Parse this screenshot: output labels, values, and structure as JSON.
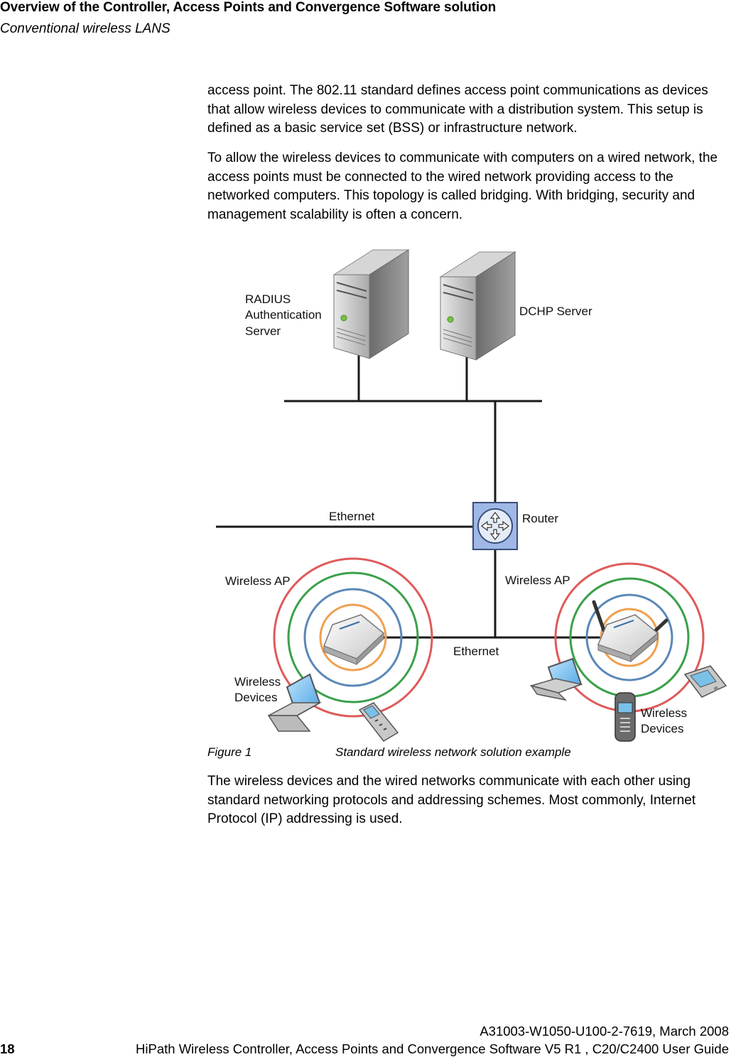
{
  "header": {
    "title": "Overview of the Controller, Access Points and Convergence Software solution",
    "subtitle": "Conventional wireless LANS"
  },
  "body": {
    "paragraphs": [
      "access point. The 802.11 standard defines access point communications as devices that allow wireless devices to communicate with a distribution system. This setup is defined as a basic service set (BSS) or infrastructure network.",
      "To allow the wireless devices to communicate with computers on a wired network, the access points must be connected to the wired network providing access to the networked computers. This topology is called bridging. With bridging, security and management scalability is often a concern.",
      "The wireless devices and the wired networks communicate with each other using standard networking protocols and addressing schemes. Most commonly, Internet Protocol (IP) addressing is used."
    ]
  },
  "figure": {
    "labels": {
      "radius_line1": "RADIUS",
      "radius_line2": "Authentication",
      "radius_line3": "Server",
      "dhcp": "DCHP Server",
      "ethernet_top": "Ethernet",
      "router": "Router",
      "ap_left": "Wireless AP",
      "ap_right": "Wireless AP",
      "ethernet_bottom": "Ethernet",
      "devices_left_1": "Wireless",
      "devices_left_2": "Devices",
      "devices_right_1": "Wireless",
      "devices_right_2": "Devices"
    },
    "caption_number": "Figure 1",
    "caption_text": "Standard wireless network solution example",
    "colors": {
      "ring_outer": "#e05a5a",
      "ring_second": "#3aa04a",
      "ring_third": "#5a88b8",
      "ring_inner": "#f0a050",
      "router": "#9fb8e6"
    }
  },
  "footer": {
    "doc_id": "A31003-W1050-U100-2-7619, March 2008",
    "page_number": "18",
    "guide_title": "HiPath Wireless Controller, Access Points and Convergence Software V5 R1 , C20/C2400 User Guide"
  }
}
